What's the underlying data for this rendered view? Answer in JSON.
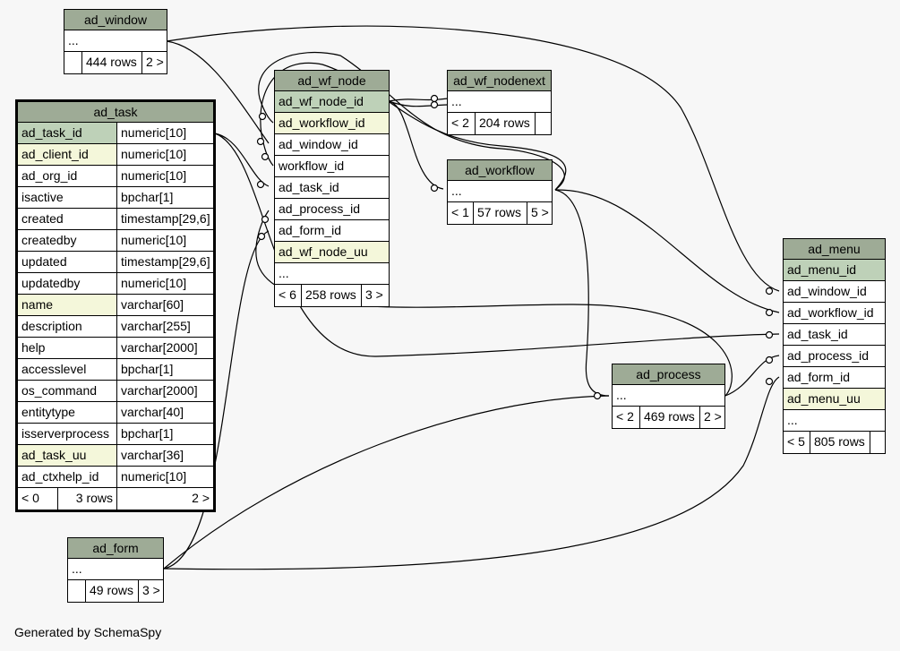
{
  "credit": "Generated by SchemaSpy",
  "tables": {
    "ad_window": {
      "name": "ad_window",
      "columns": [
        {
          "name": "..."
        }
      ],
      "footer": [
        "",
        "444 rows",
        "2 >"
      ]
    },
    "ad_task": {
      "name": "ad_task",
      "columns": [
        {
          "name": "ad_task_id",
          "type": "numeric[10]",
          "key": "pk"
        },
        {
          "name": "ad_client_id",
          "type": "numeric[10]",
          "key": "fk"
        },
        {
          "name": "ad_org_id",
          "type": "numeric[10]",
          "key": ""
        },
        {
          "name": "isactive",
          "type": "bpchar[1]",
          "key": ""
        },
        {
          "name": "created",
          "type": "timestamp[29,6]",
          "key": ""
        },
        {
          "name": "createdby",
          "type": "numeric[10]",
          "key": ""
        },
        {
          "name": "updated",
          "type": "timestamp[29,6]",
          "key": ""
        },
        {
          "name": "updatedby",
          "type": "numeric[10]",
          "key": ""
        },
        {
          "name": "name",
          "type": "varchar[60]",
          "key": "fk"
        },
        {
          "name": "description",
          "type": "varchar[255]",
          "key": ""
        },
        {
          "name": "help",
          "type": "varchar[2000]",
          "key": ""
        },
        {
          "name": "accesslevel",
          "type": "bpchar[1]",
          "key": ""
        },
        {
          "name": "os_command",
          "type": "varchar[2000]",
          "key": ""
        },
        {
          "name": "entitytype",
          "type": "varchar[40]",
          "key": ""
        },
        {
          "name": "isserverprocess",
          "type": "bpchar[1]",
          "key": ""
        },
        {
          "name": "ad_task_uu",
          "type": "varchar[36]",
          "key": "fk"
        },
        {
          "name": "ad_ctxhelp_id",
          "type": "numeric[10]",
          "key": ""
        }
      ],
      "footer": [
        "< 0",
        "3 rows",
        "2 >"
      ]
    },
    "ad_wf_node": {
      "name": "ad_wf_node",
      "columns": [
        {
          "name": "ad_wf_node_id",
          "key": "pk"
        },
        {
          "name": "ad_workflow_id",
          "key": "fk"
        },
        {
          "name": "ad_window_id",
          "key": ""
        },
        {
          "name": "workflow_id",
          "key": ""
        },
        {
          "name": "ad_task_id",
          "key": ""
        },
        {
          "name": "ad_process_id",
          "key": ""
        },
        {
          "name": "ad_form_id",
          "key": ""
        },
        {
          "name": "ad_wf_node_uu",
          "key": "fk"
        },
        {
          "name": "...",
          "key": ""
        }
      ],
      "footer": [
        "< 6",
        "258 rows",
        "3 >"
      ]
    },
    "ad_wf_nodenext": {
      "name": "ad_wf_nodenext",
      "columns": [
        {
          "name": "..."
        }
      ],
      "footer": [
        "< 2",
        "204 rows",
        ""
      ]
    },
    "ad_workflow": {
      "name": "ad_workflow",
      "columns": [
        {
          "name": "..."
        }
      ],
      "footer": [
        "< 1",
        "57 rows",
        "5 >"
      ]
    },
    "ad_process": {
      "name": "ad_process",
      "columns": [
        {
          "name": "..."
        }
      ],
      "footer": [
        "< 2",
        "469 rows",
        "2 >"
      ]
    },
    "ad_form": {
      "name": "ad_form",
      "columns": [
        {
          "name": "..."
        }
      ],
      "footer": [
        "",
        "49 rows",
        "3 >"
      ]
    },
    "ad_menu": {
      "name": "ad_menu",
      "columns": [
        {
          "name": "ad_menu_id",
          "key": "pk"
        },
        {
          "name": "ad_window_id",
          "key": ""
        },
        {
          "name": "ad_workflow_id",
          "key": ""
        },
        {
          "name": "ad_task_id",
          "key": ""
        },
        {
          "name": "ad_process_id",
          "key": ""
        },
        {
          "name": "ad_form_id",
          "key": ""
        },
        {
          "name": "ad_menu_uu",
          "key": "fk"
        },
        {
          "name": "...",
          "key": ""
        }
      ],
      "footer": [
        "< 5",
        "805 rows",
        ""
      ]
    }
  },
  "relationships": [
    {
      "from": "ad_wf_node.ad_window_id",
      "to": "ad_window"
    },
    {
      "from": "ad_wf_node.ad_task_id",
      "to": "ad_task.ad_task_id"
    },
    {
      "from": "ad_wf_node.ad_workflow_id",
      "to": "ad_workflow"
    },
    {
      "from": "ad_wf_node.workflow_id",
      "to": "ad_workflow"
    },
    {
      "from": "ad_wf_node.ad_process_id",
      "to": "ad_process"
    },
    {
      "from": "ad_wf_node.ad_form_id",
      "to": "ad_form"
    },
    {
      "from": "ad_wf_nodenext",
      "to": "ad_wf_node.ad_wf_node_id"
    },
    {
      "from": "ad_workflow",
      "to": "ad_wf_node.ad_wf_node_id"
    },
    {
      "from": "ad_menu.ad_window_id",
      "to": "ad_window"
    },
    {
      "from": "ad_menu.ad_workflow_id",
      "to": "ad_workflow"
    },
    {
      "from": "ad_menu.ad_task_id",
      "to": "ad_task.ad_task_id"
    },
    {
      "from": "ad_menu.ad_process_id",
      "to": "ad_process"
    },
    {
      "from": "ad_menu.ad_form_id",
      "to": "ad_form"
    },
    {
      "from": "ad_process",
      "to": "ad_workflow"
    }
  ]
}
